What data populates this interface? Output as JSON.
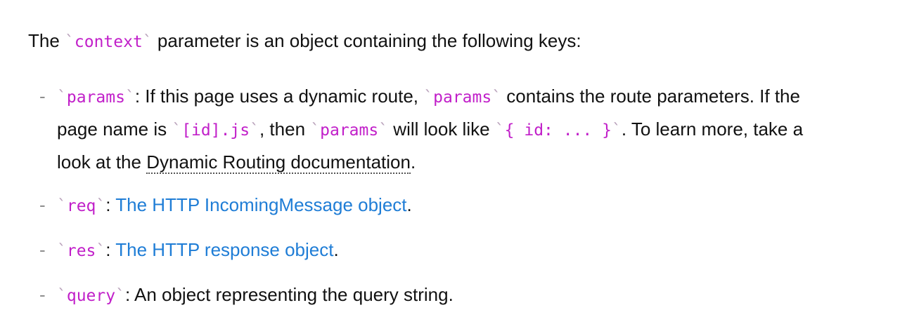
{
  "intro": {
    "prefix": "The ",
    "code_open": "`",
    "code": "context",
    "code_close": "`",
    "suffix": " parameter is an object containing the following keys:"
  },
  "items": [
    {
      "dash": "-",
      "key_tick_open": "`",
      "key": "params",
      "key_tick_close": "`",
      "t1": ": If this page uses a dynamic route, ",
      "c1_open": "`",
      "c1": "params",
      "c1_close": "`",
      "t2": " contains the route parameters. If the page name is ",
      "c2_open": "`",
      "c2": "[id].js",
      "c2_close": "`",
      "t3": ", then ",
      "c3_open": "`",
      "c3": "params",
      "c3_close": "`",
      "t4": " will look like ",
      "c4_open": "`",
      "c4": "{ id: ... }",
      "c4_close": "`",
      "t5": ". To learn more, take a look at the ",
      "link": "Dynamic Routing documentation",
      "t6": "."
    },
    {
      "dash": "-",
      "key_tick_open": "`",
      "key": "req",
      "key_tick_close": "`",
      "sep": ": ",
      "link": "The HTTP IncomingMessage object",
      "end": "."
    },
    {
      "dash": "-",
      "key_tick_open": "`",
      "key": "res",
      "key_tick_close": "`",
      "sep": ": ",
      "link": "The HTTP response object",
      "end": "."
    },
    {
      "dash": "-",
      "key_tick_open": "`",
      "key": "query",
      "key_tick_close": "`",
      "text": ": An object representing the query string."
    }
  ],
  "colors": {
    "code": "#c11fc9",
    "link": "#1f7dd6",
    "text": "#111111"
  }
}
